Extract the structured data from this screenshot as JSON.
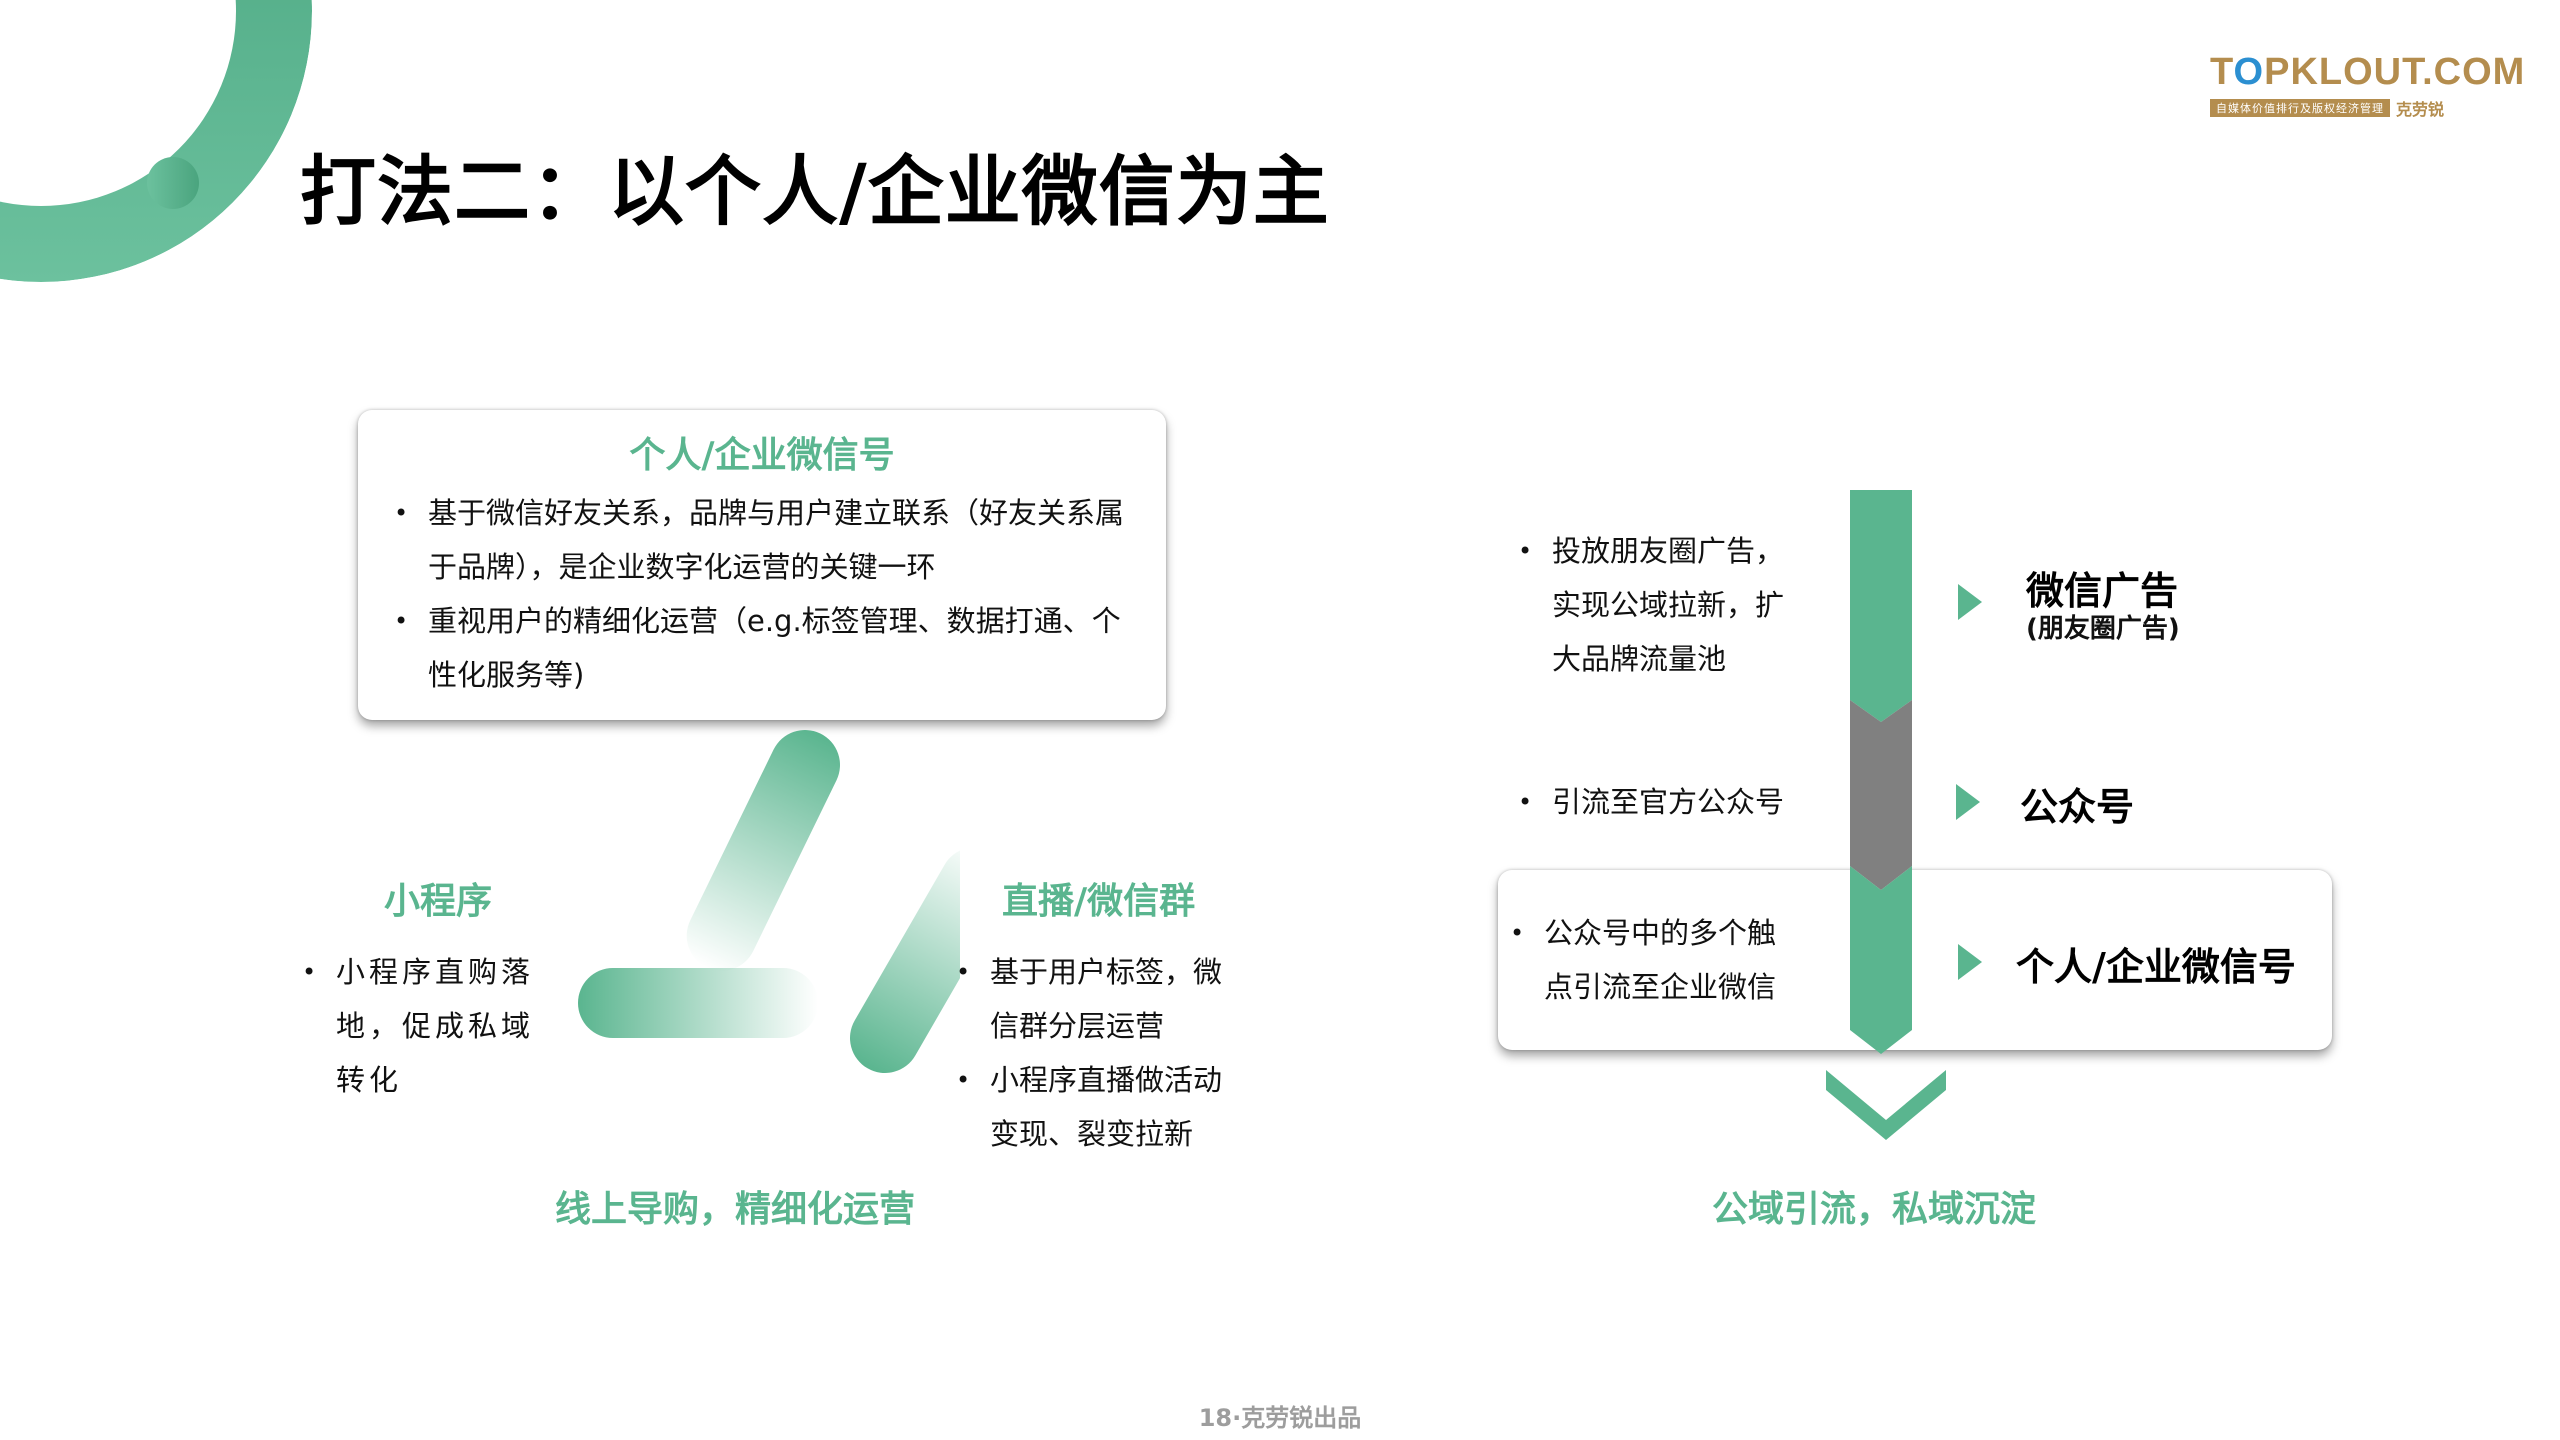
{
  "page": {
    "title": "打法二：以个人/企业微信为主",
    "footer": "18·克劳锐出品"
  },
  "logo": {
    "main_left": "T",
    "main_o": "O",
    "main_right": "PKLOUT.COM",
    "tagline": "自媒体价值排行及版权经济管理",
    "cn_name": "克劳锐"
  },
  "colors": {
    "accent_green": "#5ab58f",
    "dark_green": "#45a27c",
    "gray_segment": "#808080",
    "logo_gold": "#b48d4e",
    "footer_gray": "#9d9d9d"
  },
  "left_panel": {
    "top_card": {
      "title": "个人/企业微信号",
      "bullets": [
        "基于微信好友关系，品牌与用户建立联系（好友关系属于品牌），是企业数字化运营的关键一环",
        "重视用户的精细化运营（e.g.标签管理、数据打通、个性化服务等)"
      ]
    },
    "left_node": {
      "title": "小程序",
      "bullets": [
        "小程序直购落地，促成私域转化"
      ]
    },
    "right_node": {
      "title": "直播/微信群",
      "bullets": [
        "基于用户标签，微信群分层运营",
        "小程序直播做活动变现、裂变拉新"
      ]
    },
    "summary": "线上导购，精细化运营"
  },
  "right_panel": {
    "steps": [
      {
        "description": "投放朋友圈广告，实现公域拉新，扩大品牌流量池",
        "label": "微信广告",
        "sublabel": "(朋友圈广告)"
      },
      {
        "description": "引流至官方公众号",
        "label": "公众号",
        "sublabel": ""
      },
      {
        "description": "公众号中的多个触点引流至企业微信",
        "label": "个人/企业微信号",
        "sublabel": ""
      }
    ],
    "summary": "公域引流，私域沉淀"
  }
}
